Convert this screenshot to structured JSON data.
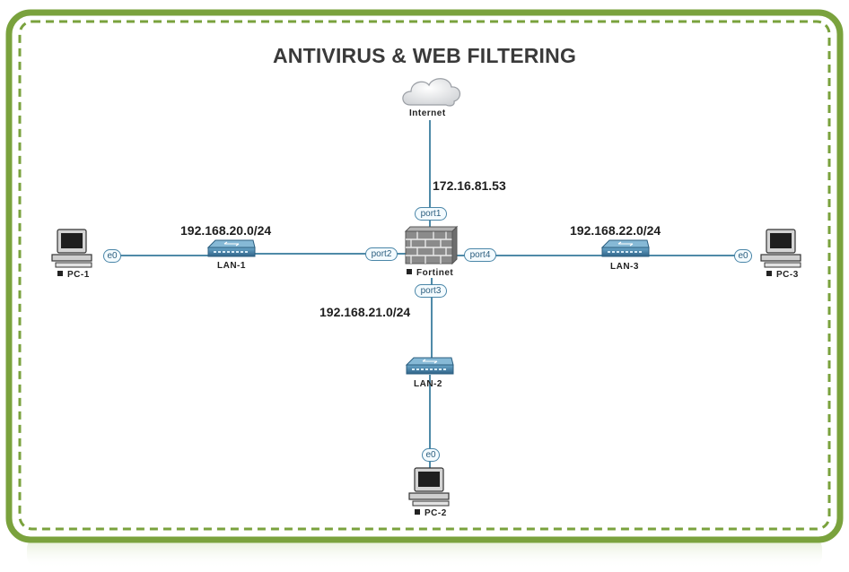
{
  "title": "ANTIVIRUS & WEB FILTERING",
  "nodes": {
    "internet": "Internet",
    "firewall": "Fortinet",
    "lan1": "LAN-1",
    "lan2": "LAN-2",
    "lan3": "LAN-3",
    "pc1": "PC-1",
    "pc2": "PC-2",
    "pc3": "PC-3"
  },
  "ports": {
    "port1": "port1",
    "port2": "port2",
    "port3": "port3",
    "port4": "port4",
    "pc1_if": "e0",
    "pc2_if": "e0",
    "pc3_if": "e0"
  },
  "addresses": {
    "wan": "172.16.81.53",
    "lan1_net": "192.168.20.0/24",
    "lan2_net": "192.168.21.0/24",
    "lan3_net": "192.168.22.0/24"
  },
  "colors": {
    "frame_green": "#7aa23d",
    "link": "#4f8aa8",
    "switch_blue": "#3f7aa0",
    "firewall_gray": "#8a8a8a"
  },
  "icons": {
    "internet": "cloud-icon",
    "firewall": "firewall-brick-icon",
    "switch": "switch-icon",
    "pc": "desktop-computer-icon"
  }
}
